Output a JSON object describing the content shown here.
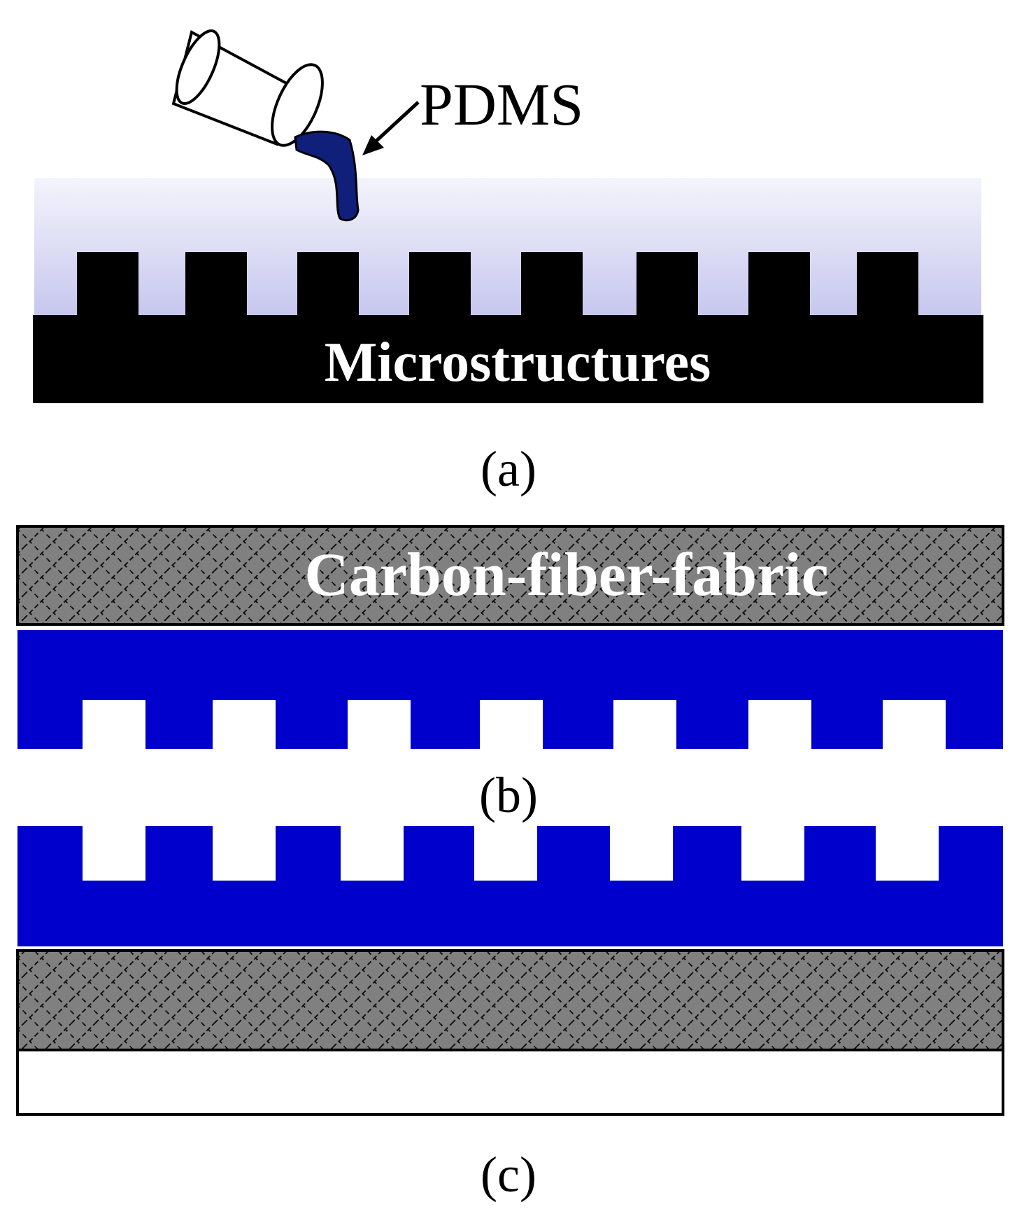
{
  "panel_a": {
    "pour_label": "PDMS",
    "mold_label": "Microstructures",
    "caption": "(a)"
  },
  "panel_b": {
    "fabric_label": "Carbon-fiber-fabric",
    "caption": "(b)"
  },
  "panel_c": {
    "caption": "(c)"
  },
  "colors": {
    "pdms_blue": "#0000cc",
    "liquid_blue": "#0f1f7a",
    "mold_black": "#000000",
    "fabric_gray": "#808080",
    "bath_top": "#f3f3fb",
    "bath_bottom": "#c7c7ee"
  }
}
